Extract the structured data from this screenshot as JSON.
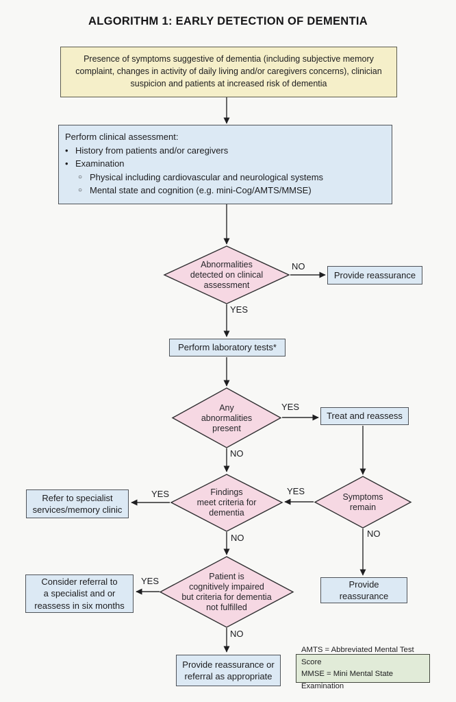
{
  "title": "ALGORITHM 1: EARLY DETECTION OF DEMENTIA",
  "labels": {
    "yes": "YES",
    "no": "NO"
  },
  "colors": {
    "start_fill": "#F5EFC9",
    "process_fill": "#DCE9F4",
    "decision_fill": "#F6D8E3",
    "legend_fill": "#E1EBD8",
    "connector": "#2a2a2c"
  },
  "nodes": {
    "presence": "Presence of symptoms suggestive of dementia (including subjective memory\ncomplaint, changes in activity of daily living and/or caregivers concerns), clinician\nsuspicion and patients at increased risk of dementia",
    "assessment": {
      "heading": "Perform clinical assessment:",
      "bullet_marker": "•",
      "sub_marker": "○",
      "bullets": [
        "History from patients and/or caregivers",
        "Examination"
      ],
      "subbullets": [
        "Physical including cardiovascular and neurological systems",
        "Mental state and cognition (e.g. mini-Cog/AMTS/MMSE)"
      ]
    },
    "decision_abnormalities": "Abnormalities\ndetected on clinical\nassessment",
    "provide_reassurance_1": "Provide reassurance",
    "lab_tests": "Perform laboratory tests*",
    "decision_any_abnormalities": "Any\nabnormalities\npresent",
    "treat_reassess": "Treat and reassess",
    "decision_symptoms_remain": "Symptoms\nremain",
    "decision_findings_criteria": "Findings\nmeet criteria for\ndementia",
    "refer_specialist": "Refer to specialist\nservices/memory clinic",
    "decision_cognitively_impaired": "Patient is\ncognitively impaired\nbut criteria for dementia\nnot fulfilled",
    "consider_referral": "Consider referral to\na specialist and or\nreassess in six months",
    "provide_reassurance_2": "Provide\nreassurance",
    "provide_reassurance_referral": "Provide reassurance or\nreferral as appropriate"
  },
  "legend": "AMTS = Abbreviated Mental Test Score\nMMSE = Mini Mental State Examination"
}
